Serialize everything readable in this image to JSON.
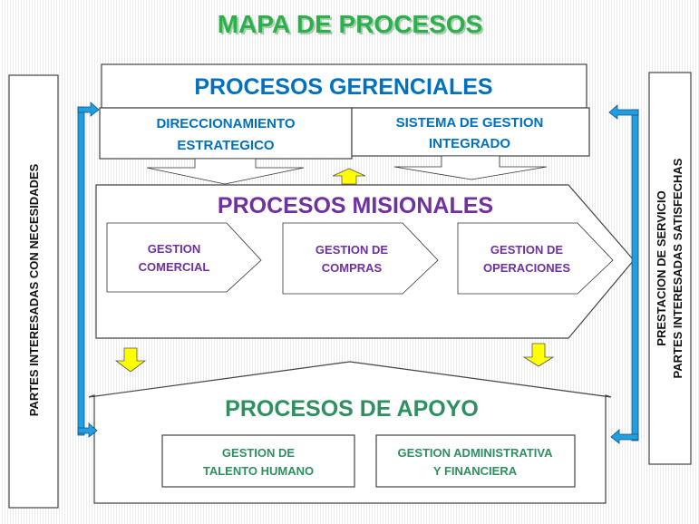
{
  "title": "MAPA DE PROCESOS",
  "left_label": "PARTES INTERESADAS CON NECESIDADES",
  "right_label": {
    "line1": "PRESTACION DE SERVICIO",
    "line2": "PARTES INTERESADAS  SATISFECHAS"
  },
  "gerenciales": {
    "title": "PROCESOS GERENCIALES",
    "direccionamiento": {
      "line1": "DIRECCIONAMIENTO",
      "line2": "ESTRATEGICO"
    },
    "sistema": {
      "line1": "SISTEMA DE GESTION",
      "line2": "INTEGRADO"
    }
  },
  "misionales": {
    "title": "PROCESOS MISIONALES",
    "items": [
      {
        "line1": "GESTION",
        "line2": "COMERCIAL"
      },
      {
        "line1": "GESTION DE",
        "line2": "COMPRAS"
      },
      {
        "line1": "GESTION  DE",
        "line2": "OPERACIONES"
      }
    ]
  },
  "apoyo": {
    "title": "PROCESOS DE APOYO",
    "items": [
      {
        "line1": "GESTION DE",
        "line2": "TALENTO HUMANO"
      },
      {
        "line1": "GESTION ADMINISTRATIVA",
        "line2": "Y FINANCIERA"
      }
    ]
  },
  "colors": {
    "title": "#2db04b",
    "gerencial": "#0070c0",
    "misional": "#7030a0",
    "apoyo": "#2e9060",
    "arrow": "#1e9fe0",
    "yellow": "#ffff00"
  }
}
